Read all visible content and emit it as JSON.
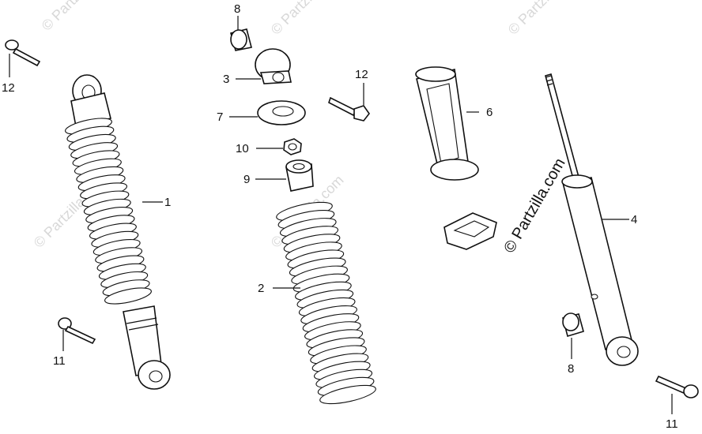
{
  "watermark": {
    "main": "© Partzilla.com",
    "faint": "© Partzilla.com"
  },
  "callouts": {
    "c1": "1",
    "c2": "2",
    "c3": "3",
    "c4": "4",
    "c6": "6",
    "c7": "7",
    "c8a": "8",
    "c8b": "8",
    "c9": "9",
    "c10": "10",
    "c11a": "11",
    "c11b": "11",
    "c12a": "12",
    "c12b": "12"
  },
  "parts": {
    "1": "rear shock absorber",
    "2": "spring",
    "3": "upper joint",
    "4": "damper",
    "6": "spring guide",
    "7": "spring seat",
    "8": "bushing",
    "9": "stopper rubber",
    "10": "nut",
    "11": "bolt",
    "12": "bolt"
  }
}
